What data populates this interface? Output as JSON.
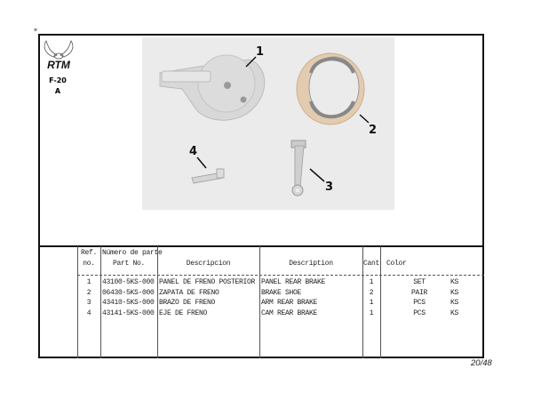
{
  "header": {
    "corner_mark": "*",
    "logo_text": "RTM",
    "figure_code": "F-20",
    "figure_variant": "A"
  },
  "diagram": {
    "callouts": [
      "1",
      "2",
      "3",
      "4"
    ]
  },
  "table": {
    "headers": {
      "ref_line1": "Ref.",
      "ref_line2": "no.",
      "part_line1": "Número de parte",
      "part_line2": "Part No.",
      "descripcion": "Descripcion",
      "description": "Description",
      "cant": "Cant",
      "color": "Color"
    },
    "rows": [
      {
        "ref": "1",
        "part_no": "43100-5KS-000",
        "descripcion": "PANEL DE FRENO POSTERIOR",
        "description": "PANEL REAR BRAKE",
        "cant": "1",
        "unit": "SET",
        "color": "KS"
      },
      {
        "ref": "2",
        "part_no": "06430-5KS-000",
        "descripcion": "ZAPATA DE FRENO",
        "description": "BRAKE SHOE",
        "cant": "2",
        "unit": "PAIR",
        "color": "KS"
      },
      {
        "ref": "3",
        "part_no": "43410-5KS-000",
        "descripcion": "BRAZO DE FRENO",
        "description": "ARM REAR BRAKE",
        "cant": "1",
        "unit": "PCS",
        "color": "KS"
      },
      {
        "ref": "4",
        "part_no": "43141-5KS-000",
        "descripcion": "EJE DE FRENO",
        "description": "CAM REAR BRAKE",
        "cant": "1",
        "unit": "PCS",
        "color": "KS"
      }
    ]
  },
  "footer": {
    "page": "20",
    "separator": "/",
    "total": "48"
  }
}
